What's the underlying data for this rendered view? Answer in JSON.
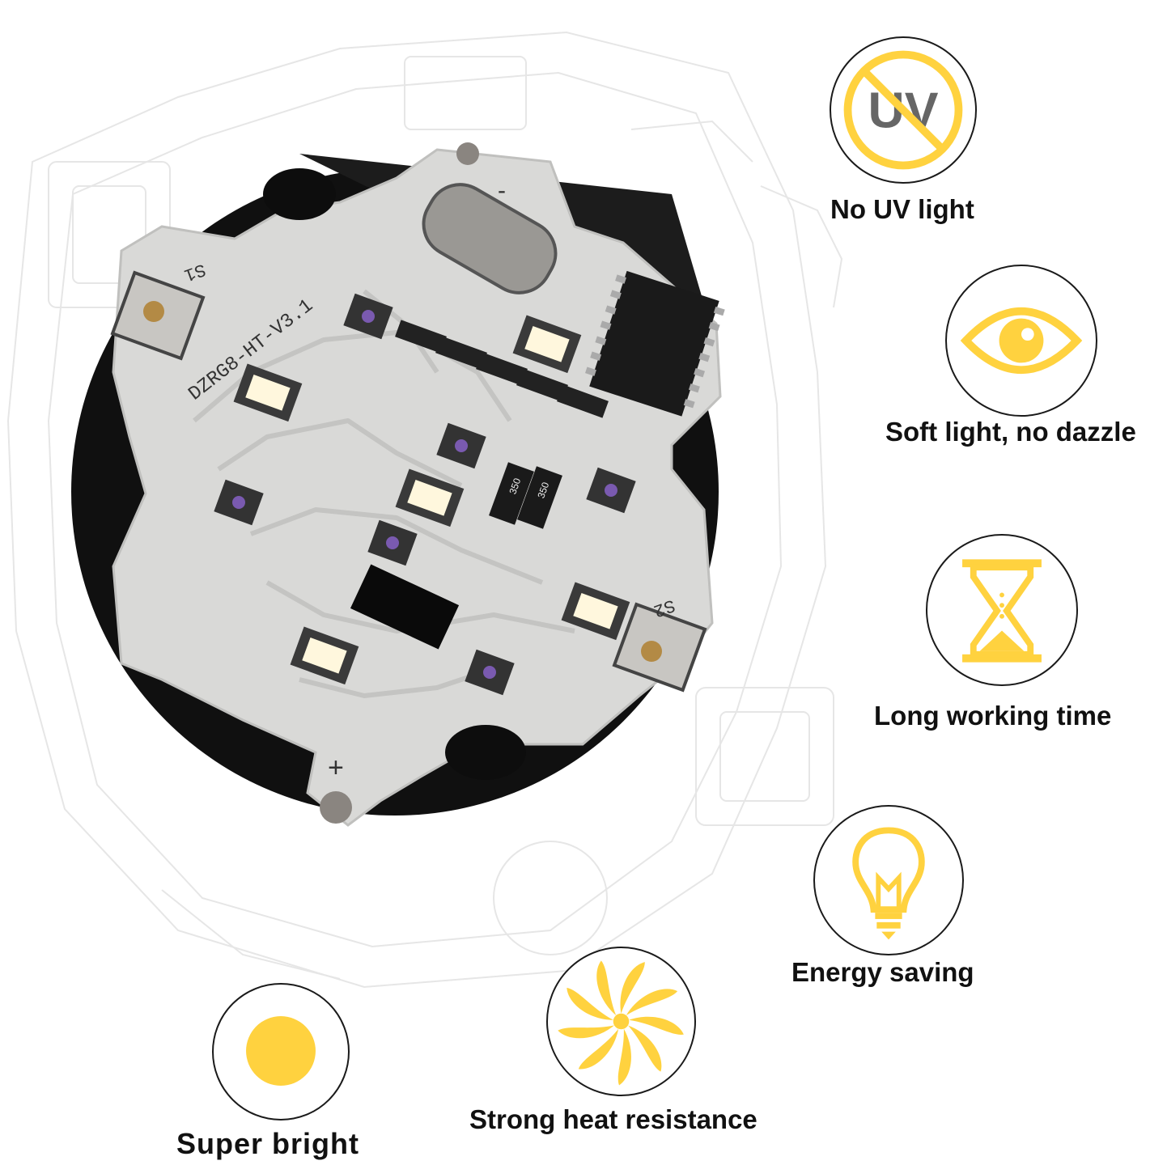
{
  "colors": {
    "accent": "#FFD23F",
    "icon_gray": "#666666",
    "board": "#d9d9d7",
    "housing": "#101010",
    "text": "#111111"
  },
  "board": {
    "silkscreen": "DZRG8-HT-V3.1",
    "switch_1": "S1",
    "switch_2": "S2",
    "resistor_code": "350",
    "plus_sign": "+",
    "minus_sign": "-"
  },
  "features": [
    {
      "id": "uv",
      "icon": "no-uv-icon",
      "icon_text": "UV",
      "label": "No UV light"
    },
    {
      "id": "eye",
      "icon": "eye-icon",
      "label": "Soft light, no dazzle"
    },
    {
      "id": "time",
      "icon": "hourglass-icon",
      "label": "Long working time"
    },
    {
      "id": "energy",
      "icon": "lightbulb-icon",
      "label": "Energy saving"
    },
    {
      "id": "heat",
      "icon": "pinwheel-icon",
      "label": "Strong heat resistance"
    },
    {
      "id": "bright",
      "icon": "sun-dot-icon",
      "label": "Super bright"
    }
  ]
}
